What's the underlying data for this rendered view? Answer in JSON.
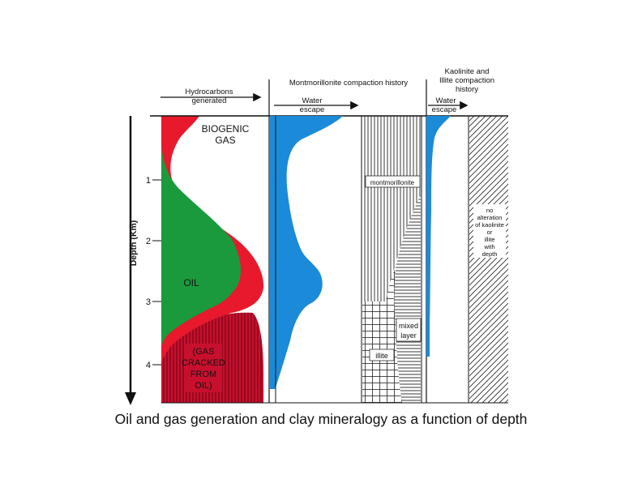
{
  "caption": "Oil and gas generation and clay mineralogy as a function of depth",
  "axis": {
    "label": "Depth (Km)",
    "ticks": [
      "1",
      "2",
      "3",
      "4"
    ]
  },
  "headers": {
    "hydrocarbons": [
      "Hydrocarbons",
      "generated"
    ],
    "montmorillonite": "Montmorillonite compaction history",
    "water_escape_1": [
      "Water",
      "escape"
    ],
    "kaolinite": [
      "Kaolinite and",
      "Illite compaction",
      "history"
    ],
    "water_escape_2": [
      "Water",
      "escape"
    ]
  },
  "zones": {
    "biogenic_gas": [
      "BIOGENIC",
      "GAS"
    ],
    "oil": "OIL",
    "gas_cracked": [
      "(GAS",
      "CRACKED",
      "FROM",
      "OIL)"
    ]
  },
  "minerals": {
    "montmorillonite": "montmorillonite",
    "mixed_layer": [
      "mixed",
      "layer"
    ],
    "illite": "illite",
    "no_alteration": [
      "no",
      "alteration",
      "of kaolinite",
      "or",
      "illite",
      "with",
      "depth"
    ]
  },
  "colors": {
    "gas_red": "#e8192c",
    "oil_green": "#1a9a3c",
    "water_blue": "#1b8ad8",
    "gas_cracked_red": "#c8102e"
  }
}
